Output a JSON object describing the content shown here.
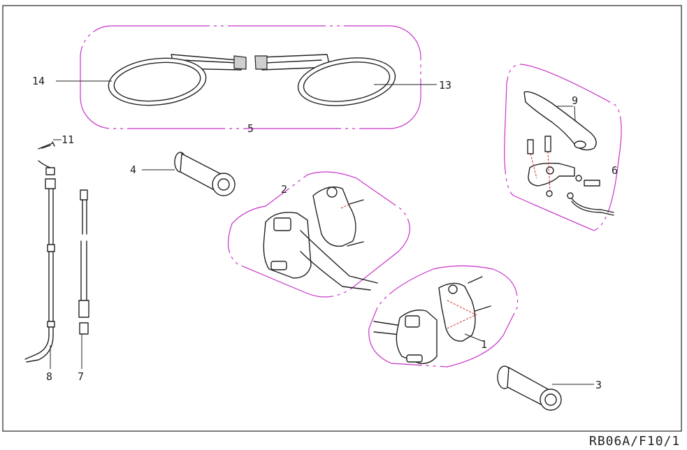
{
  "diagram": {
    "drawing_code": "RB06A/F10/1",
    "callouts": [
      {
        "id": "c1",
        "label": "1"
      },
      {
        "id": "c2",
        "label": "2"
      },
      {
        "id": "c3",
        "label": "3"
      },
      {
        "id": "c4",
        "label": "4"
      },
      {
        "id": "c5",
        "label": "5"
      },
      {
        "id": "c6",
        "label": "6"
      },
      {
        "id": "c7",
        "label": "7"
      },
      {
        "id": "c8",
        "label": "8"
      },
      {
        "id": "c9",
        "label": "9"
      },
      {
        "id": "c11",
        "label": "11"
      },
      {
        "id": "c13",
        "label": "13"
      },
      {
        "id": "c14",
        "label": "14"
      }
    ],
    "colors": {
      "group_outline": "#c832c8",
      "linework": "#222222",
      "hint_lines": "#d02a2a"
    }
  }
}
